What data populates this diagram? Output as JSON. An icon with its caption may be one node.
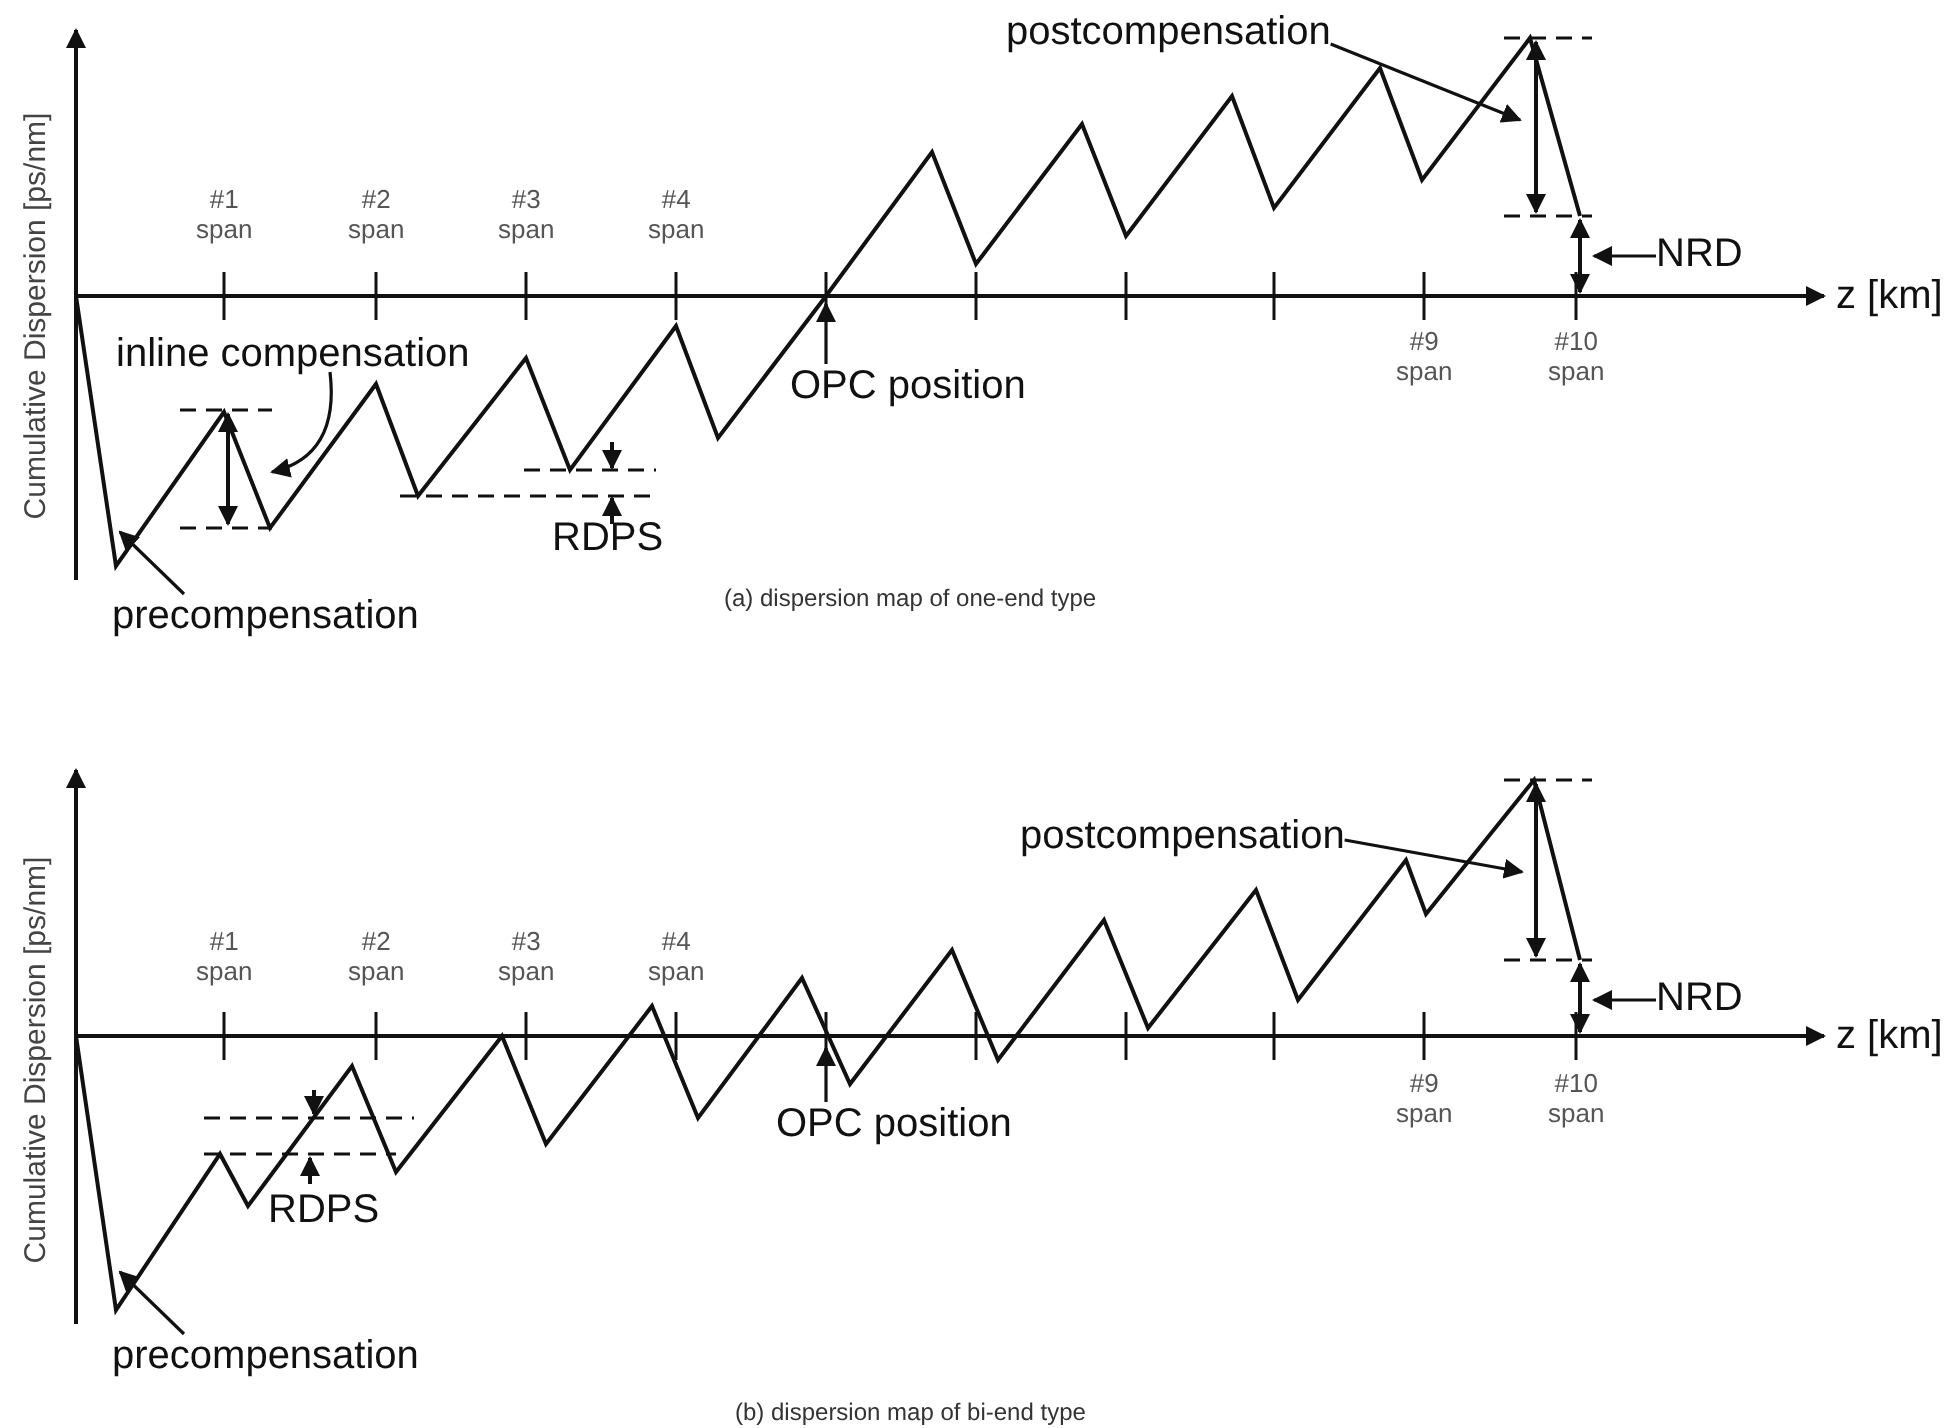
{
  "diagram": {
    "nodes": [
      {
        "text": [
          "precompensation"
        ]
      },
      {
        "text": [
          "inline compensation"
        ]
      },
      {
        "text": [
          "postcompensation"
        ]
      },
      {
        "text": [
          "NRD"
        ]
      },
      {
        "text": [
          "OPC position"
        ]
      },
      {
        "text": [
          "precompensation"
        ]
      },
      {
        "text": [
          "postcompensation"
        ]
      },
      {
        "text": [
          "NRD"
        ]
      },
      {
        "text": [
          "OPC position"
        ]
      }
    ],
    "edges": [
      {
        "from": 0,
        "to": null,
        "arrow": "to"
      },
      {
        "from": 1,
        "to": null,
        "arrow": "to"
      },
      {
        "from": 2,
        "to": null,
        "arrow": "to"
      },
      {
        "from": 3,
        "to": null,
        "arrow": "to"
      },
      {
        "from": 4,
        "to": null,
        "arrow": "to"
      },
      {
        "from": 5,
        "to": null,
        "arrow": "to"
      },
      {
        "from": 6,
        "to": null,
        "arrow": "to"
      },
      {
        "from": 7,
        "to": null,
        "arrow": "to"
      },
      {
        "from": 8,
        "to": null,
        "arrow": "to"
      }
    ],
    "labels": [
      "Cumulative Dispersion [ps/nm]",
      "#1 span",
      "#2 span",
      "#3 span",
      "#4 span",
      "z [km]",
      "#9 span",
      "#10 span",
      "RDPS",
      "(a) dispersion map of one-end type",
      "Cumulative Dispersion [ps/nm]",
      "#1 span",
      "#2 span",
      "#3 span",
      "#4 span",
      "z [km]",
      "#9 span",
      "#10 span",
      "RDPS",
      "(b) dispersion map of bi-end type"
    ]
  }
}
